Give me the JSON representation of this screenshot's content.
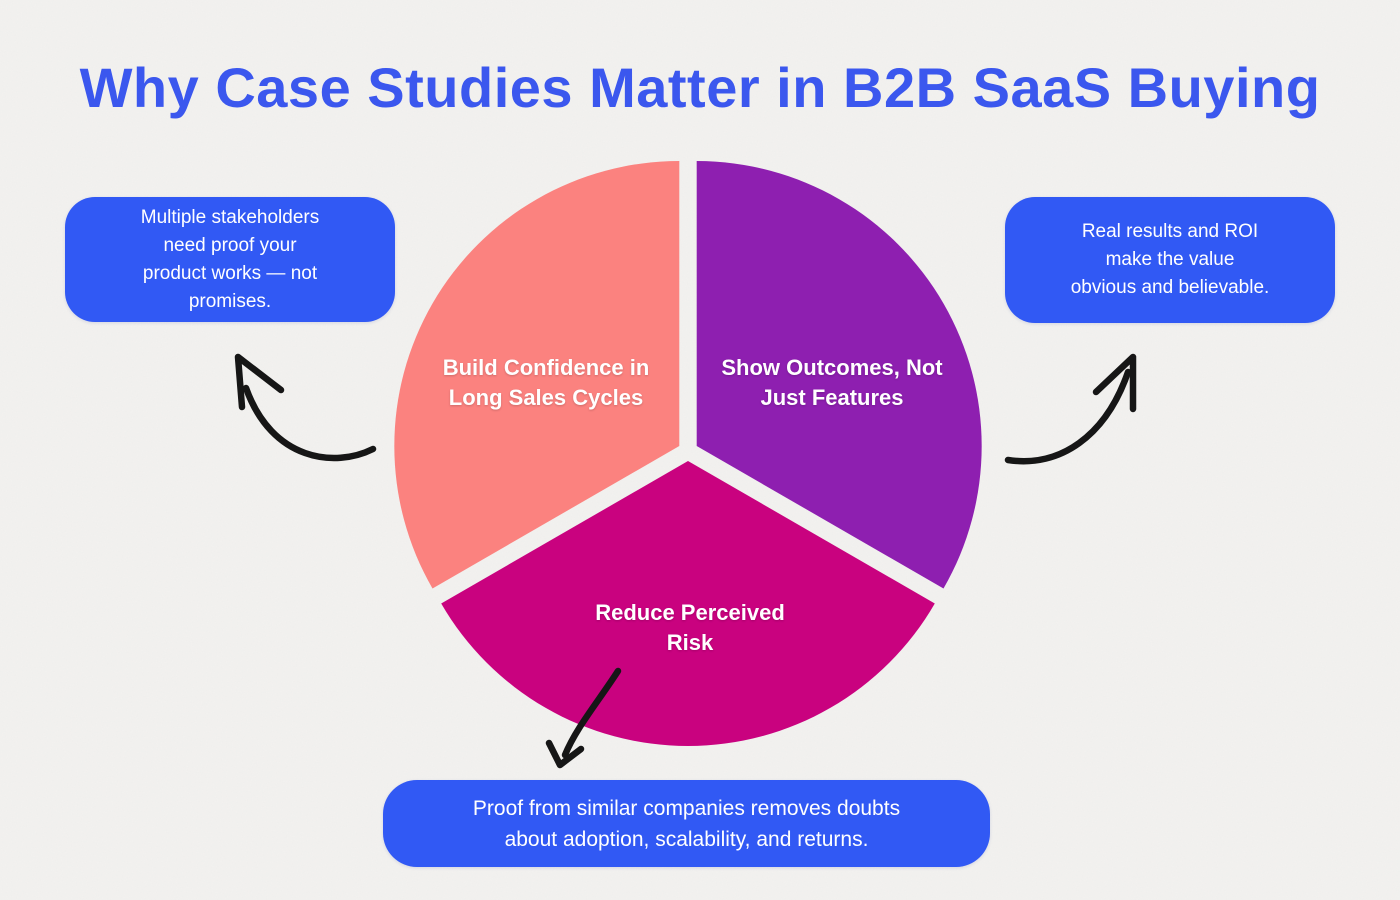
{
  "title": "Why Case Studies Matter in B2B SaaS Buying",
  "colors": {
    "background": "#f3f2f0",
    "title_blue": "#3b57ee",
    "callout_blue": "#3159f4",
    "segment_salmon": "#fb827f",
    "segment_purple": "#8e1fb0",
    "segment_magenta": "#c9027f",
    "arrow_black": "#161616",
    "segment_text": "#ffffff"
  },
  "chart_data": {
    "type": "pie",
    "title": "Why Case Studies Matter in B2B SaaS Buying",
    "legend": false,
    "segments": [
      {
        "label": "Build Confidence in Long Sales Cycles",
        "value": 33.33,
        "color": "#fb827f"
      },
      {
        "label": "Show Outcomes, Not Just Features",
        "value": 33.33,
        "color": "#8e1fb0"
      },
      {
        "label": "Reduce Perceived Risk",
        "value": 33.34,
        "color": "#c9027f"
      }
    ]
  },
  "segments": {
    "salmon": {
      "text": "Build Confidence in Long Sales Cycles",
      "lines": [
        "Build Confidence in",
        "Long Sales Cycles"
      ]
    },
    "purple": {
      "text": "Show Outcomes, Not Just Features",
      "lines": [
        "Show Outcomes, Not",
        "Just Features"
      ]
    },
    "magenta": {
      "text": "Reduce Perceived Risk",
      "lines": [
        "Reduce Perceived",
        "Risk"
      ]
    }
  },
  "callouts": {
    "left": {
      "text": "Multiple stakeholders need proof your product works — not promises.",
      "lines": [
        "Multiple stakeholders",
        "need proof your",
        "product works — not",
        "promises."
      ]
    },
    "right": {
      "text": "Real results and ROI make the value obvious and believable.",
      "lines": [
        "Real results and ROI",
        "make the value",
        "obvious and believable."
      ]
    },
    "bottom": {
      "text": "Proof from similar companies removes doubts about adoption, scalability, and returns.",
      "lines": [
        "Proof from similar companies removes doubts",
        "about adoption, scalability, and returns."
      ]
    }
  }
}
